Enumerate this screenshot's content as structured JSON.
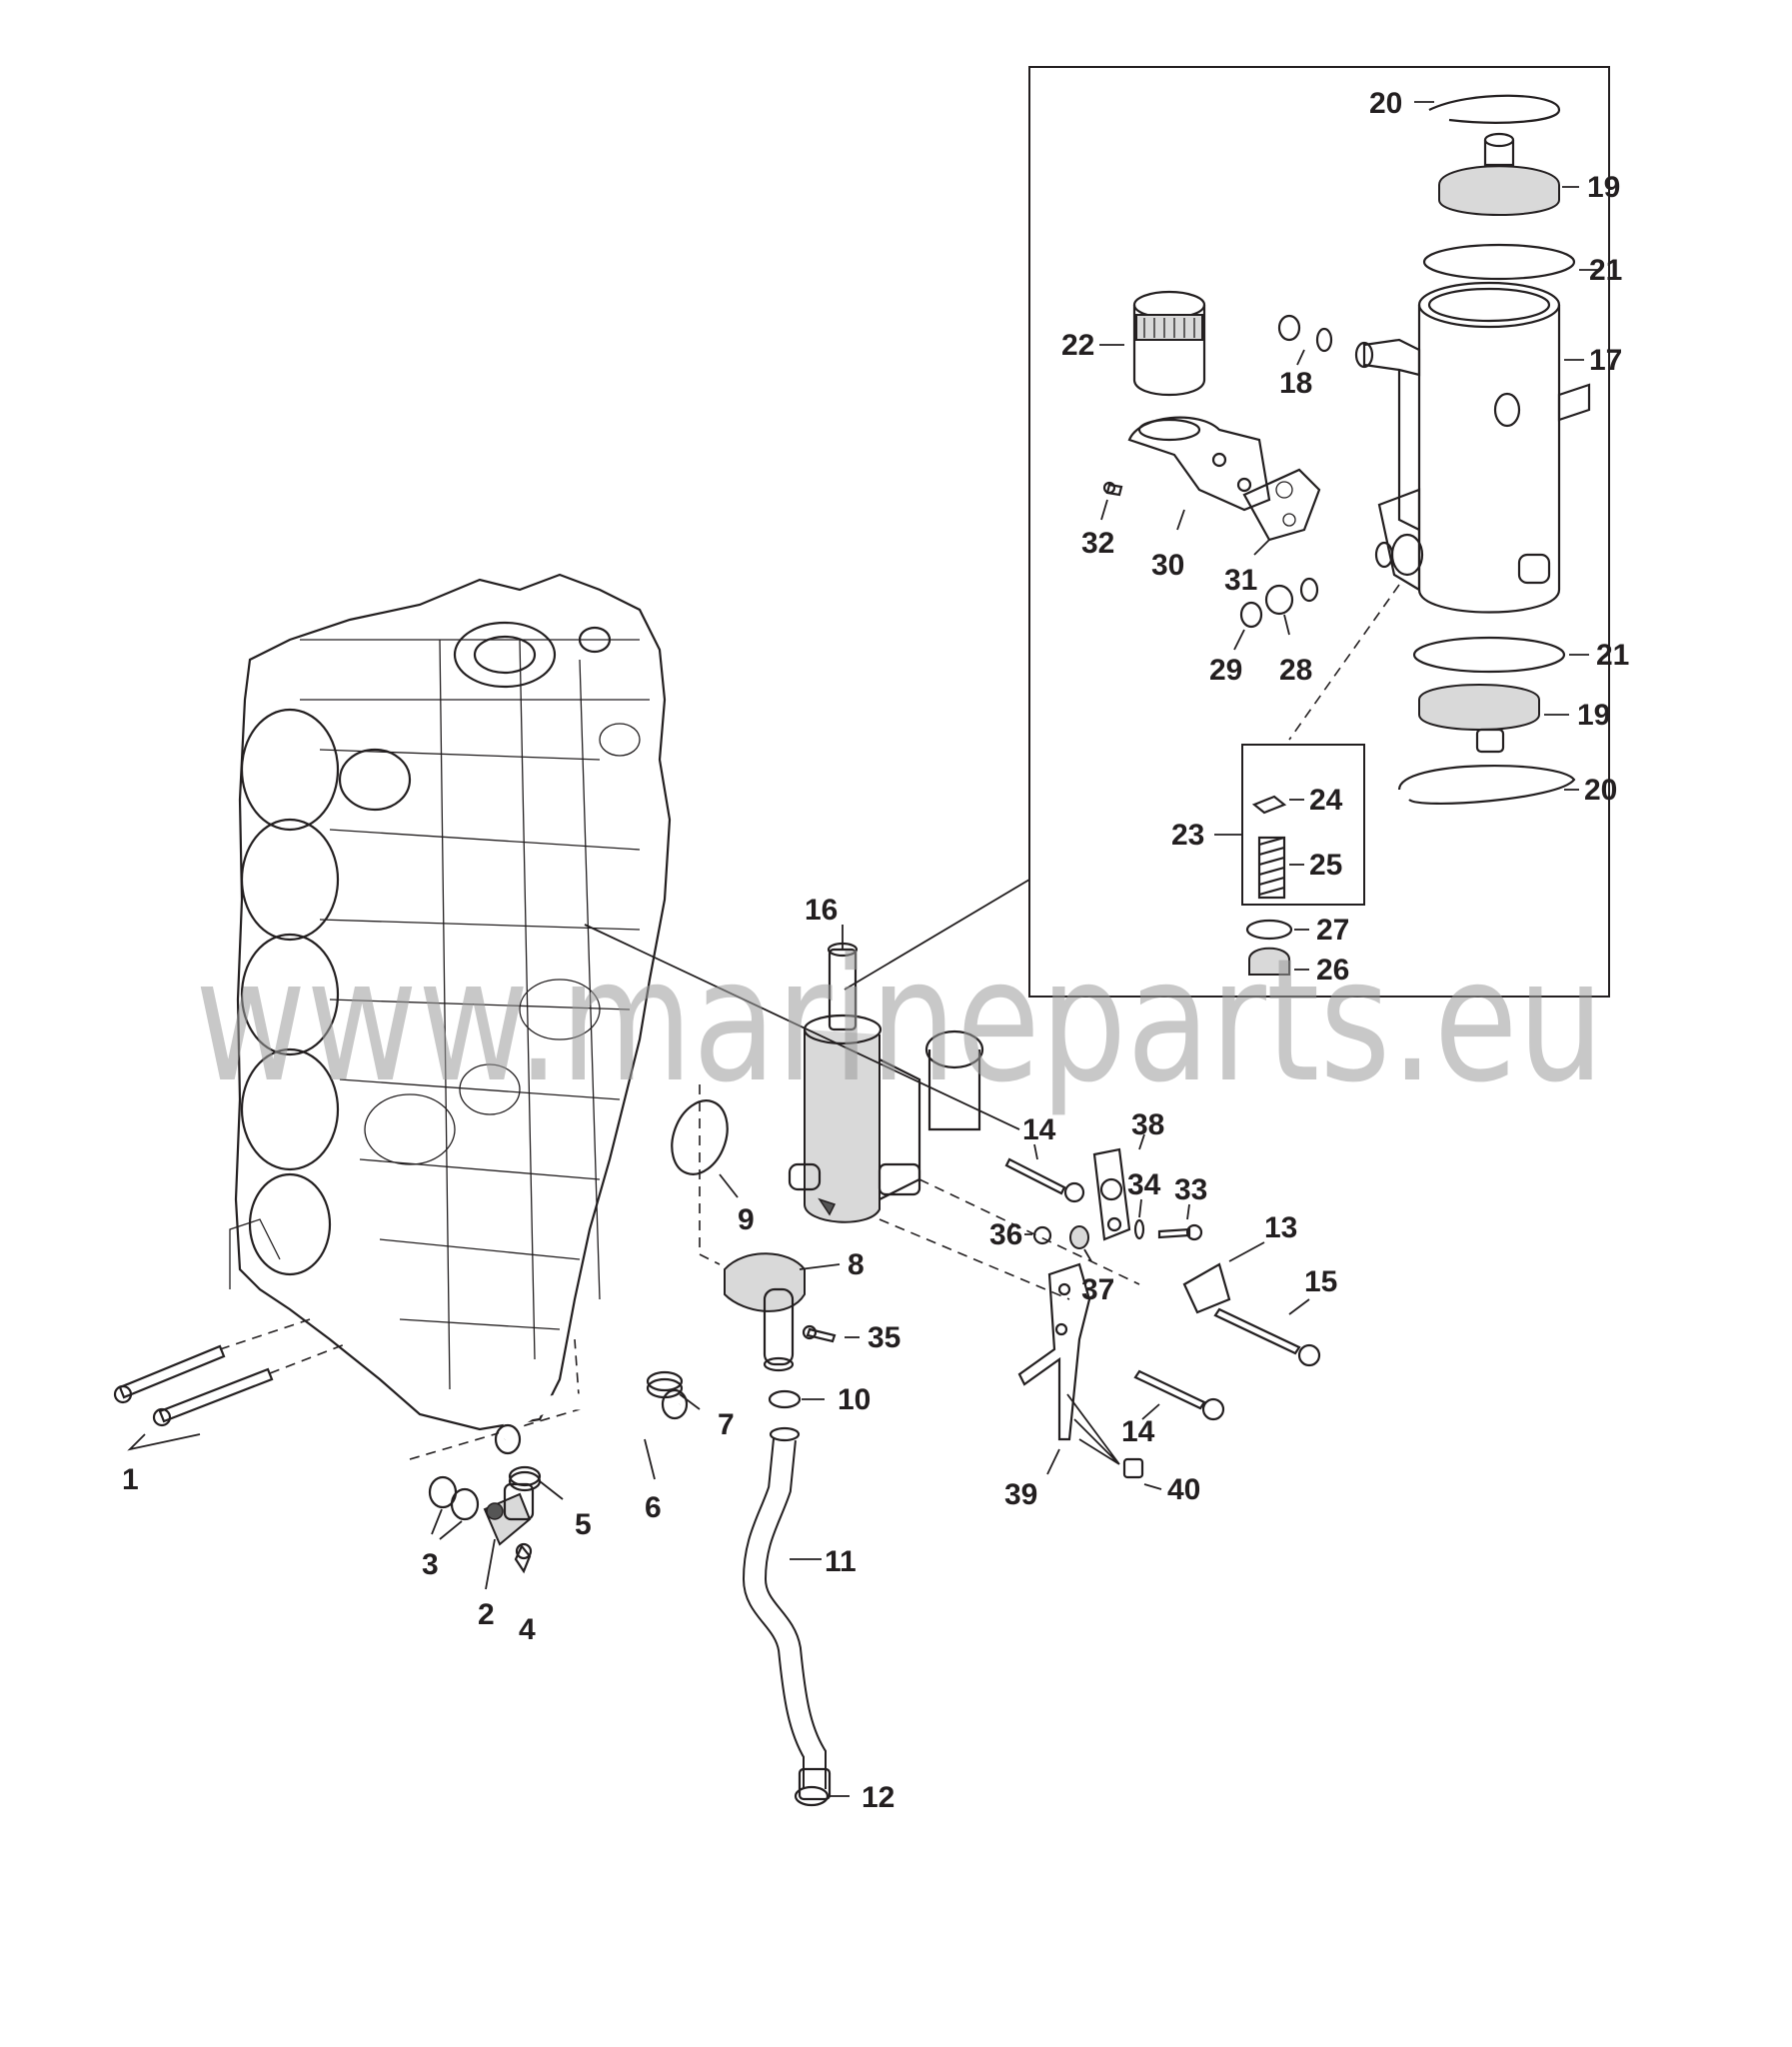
{
  "watermark": "www.marineparts.eu",
  "callouts": {
    "c1": "1",
    "c2": "2",
    "c3": "3",
    "c4": "4",
    "c5": "5",
    "c6": "6",
    "c7": "7",
    "c8": "8",
    "c9": "9",
    "c10": "10",
    "c11": "11",
    "c12": "12",
    "c13": "13",
    "c14a": "14",
    "c14b": "14",
    "c15": "15",
    "c16": "16",
    "c17": "17",
    "c18": "18",
    "c19a": "19",
    "c19b": "19",
    "c20a": "20",
    "c20b": "20",
    "c21a": "21",
    "c21b": "21",
    "c22": "22",
    "c23": "23",
    "c24": "24",
    "c25": "25",
    "c26": "26",
    "c27": "27",
    "c28": "28",
    "c29": "29",
    "c30": "30",
    "c31": "31",
    "c32": "32",
    "c33": "33",
    "c34": "34",
    "c35": "35",
    "c36": "36",
    "c37": "37",
    "c38": "38",
    "c39": "39",
    "c40": "40"
  }
}
